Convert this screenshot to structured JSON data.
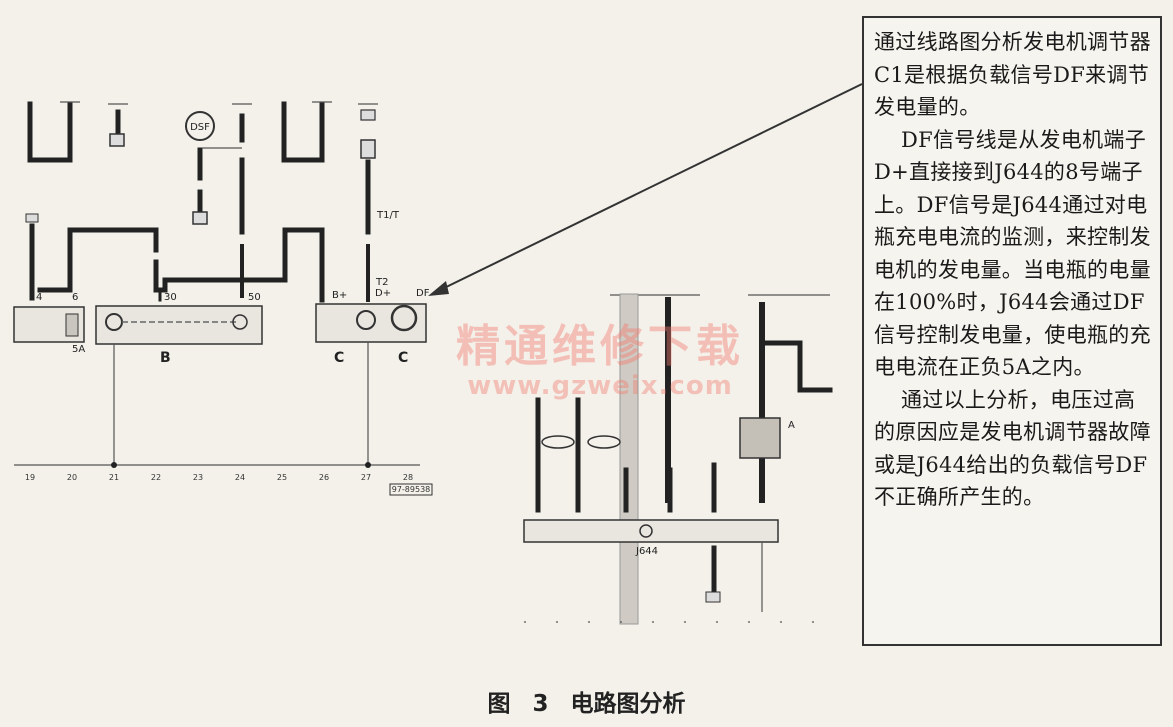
{
  "callout": {
    "paragraphs": [
      "通过线路图分析发电机调节器C1是根据负载信号DF来调节发电量的。",
      "DF信号线是从发电机端子D+直接接到J644的8号端子上。DF信号是J644通过对电瓶充电电流的监测，来控制发电机的发电量。当电瓶的电量在100%时，J644会通过DF信号控制发电量，使电瓶的充电电流在正负5A之内。",
      "通过以上分析，电压过高的原因应是发电机调节器故障或是J644给出的负载信号DF不正确所产生的。"
    ]
  },
  "caption": "图 3   电路图分析",
  "watermark": {
    "cn": "精通维修下载",
    "url": "www.gzweix.com"
  },
  "diagram": {
    "module_labels": {
      "b": "B",
      "c": "C",
      "c1": "C",
      "a": "A"
    },
    "pin_labels": {
      "p4": "4",
      "p30": "30",
      "p50": "50",
      "p6": "6",
      "p5a": "5A",
      "pbplus": "B+",
      "pdplus": "D+",
      "pdf": "DF",
      "pt2": "T2",
      "pt1": "T1/T"
    },
    "component_labels": {
      "dsf": "DSF",
      "j644": "J644"
    },
    "axis_numbers": [
      "19",
      "20",
      "21",
      "22",
      "23",
      "24",
      "25",
      "26",
      "27",
      "28"
    ],
    "ref_code": "97-89538"
  }
}
